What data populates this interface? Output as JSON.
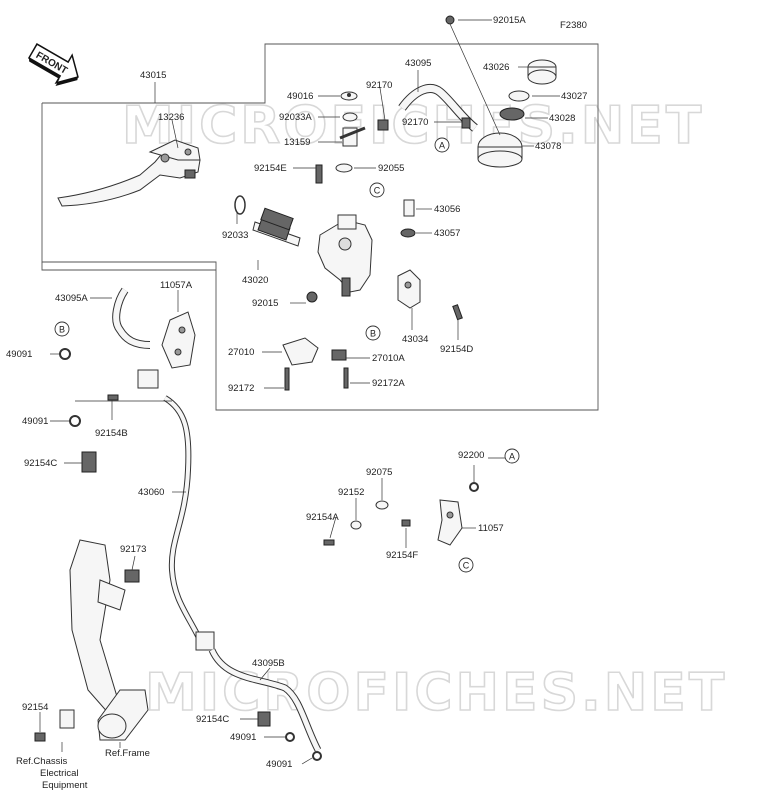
{
  "figure_code": "F2380",
  "front_label": "FRONT",
  "watermark": "MICROFICHES.NET",
  "callout_letters": {
    "a": "A",
    "b": "B",
    "c": "C"
  },
  "labels": {
    "p92015A": "92015A",
    "p43015": "43015",
    "p13236": "13236",
    "p49016": "49016",
    "p92033A": "92033A",
    "p92170a": "92170",
    "p43095": "43095",
    "p43026": "43026",
    "p43027": "43027",
    "p43028": "43028",
    "p92170b": "92170",
    "p43078": "43078",
    "p13159": "13159",
    "p92154E": "92154E",
    "p92055": "92055",
    "p43056": "43056",
    "p43057": "43057",
    "p92033": "92033",
    "p43020": "43020",
    "p92015": "92015",
    "p43034": "43034",
    "p92154D": "92154D",
    "p27010": "27010",
    "p27010A": "27010A",
    "p92172": "92172",
    "p92172A": "92172A",
    "p43095A": "43095A",
    "p11057A": "11057A",
    "p49091a": "49091",
    "p49091b": "49091",
    "p92154B": "92154B",
    "p92154C": "92154C",
    "p43060": "43060",
    "p92200": "92200",
    "p92075": "92075",
    "p92152": "92152",
    "p92154A": "92154A",
    "p11057": "11057",
    "p92154F": "92154F",
    "p92173": "92173",
    "p43095B": "43095B",
    "p92154a": "92154",
    "p92154C2": "92154C",
    "p49091c": "49091",
    "p49091d": "49091",
    "ref_chassis_1": "Ref.Chassis",
    "ref_chassis_2": "Electrical",
    "ref_chassis_3": "Equipment",
    "ref_frame": "Ref.Frame"
  }
}
